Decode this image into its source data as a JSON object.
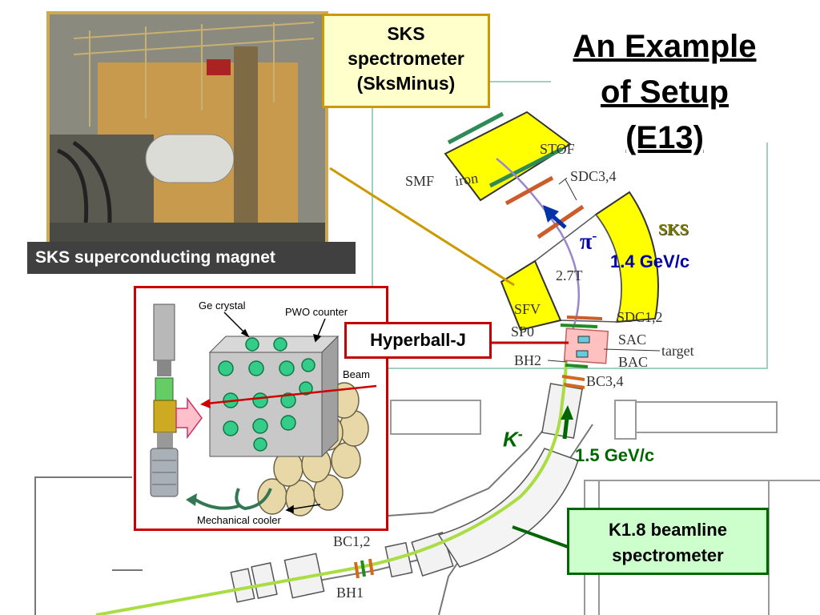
{
  "title_lines": [
    "An Example",
    "of Setup",
    "(E13)"
  ],
  "callouts": {
    "sks_lines": [
      "SKS",
      "spectrometer",
      "(SksMinus)"
    ],
    "hyperball": "Hyperball-J",
    "k18_lines": [
      "K1.8 beamline",
      "spectrometer"
    ],
    "photo_caption": "SKS superconducting magnet"
  },
  "spectrometer_labels": {
    "stof": "STOF",
    "smf": "SMF",
    "iron": "iron",
    "sdc34": "SDC3,4",
    "sks": "SKS",
    "field": "2.7T",
    "sfv": "SFV",
    "sdc12": "SDC1,2",
    "sp0": "SP0",
    "sac": "SAC",
    "target": "target",
    "bh2": "BH2",
    "bac": "BAC",
    "bc34": "BC3,4",
    "bc12": "BC1,2",
    "bh1": "BH1"
  },
  "particles": {
    "pion_base": "π",
    "pion_sup": "-",
    "pion_momentum": "1.4 GeV/c",
    "kaon_base": "K",
    "kaon_sup": "-",
    "kaon_momentum": "1.5 GeV/c"
  },
  "inset_labels": {
    "ge_crystal": "Ge crystal",
    "pwo_counter": "PWO counter",
    "beam": "Beam",
    "cooler": "Mechanical cooler"
  },
  "colors": {
    "sks_box_border": "#cc9900",
    "hyperball_border": "#c00000",
    "k18_border": "#006600",
    "pion_text": "#0000aa",
    "kaon_text": "#006600",
    "magnet_yellow": "#ffff00"
  }
}
